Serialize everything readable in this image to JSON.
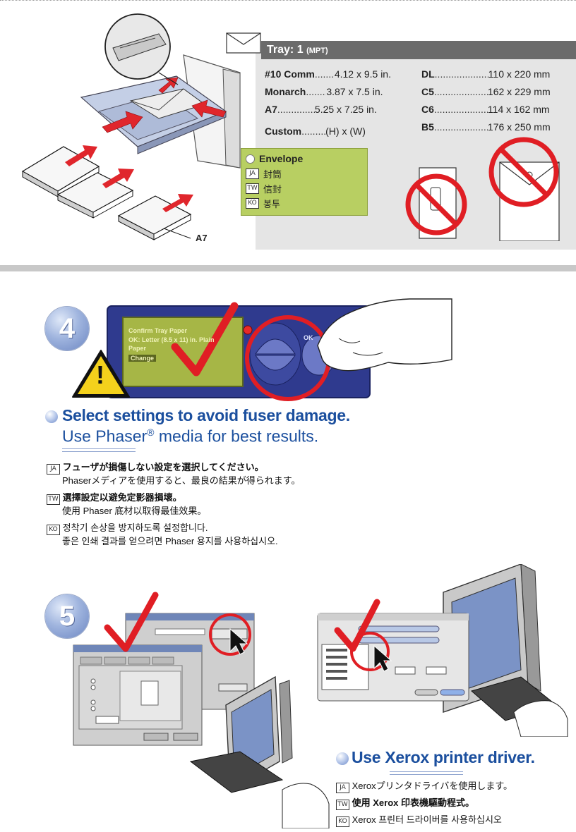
{
  "tray": {
    "title": "Tray:",
    "number": "1",
    "sub": "(MPT)",
    "left_sizes": [
      {
        "name": "#10 Comm",
        "size": "4.12 x 9.5 in."
      },
      {
        "name": "Monarch",
        "size": "3.87 x 7.5 in."
      },
      {
        "name": "A7",
        "size": "5.25 x 7.25 in."
      },
      {
        "name": "Custom",
        "size": "(H) x (W)"
      }
    ],
    "right_sizes": [
      {
        "name": "DL",
        "size": "110 x 220 mm"
      },
      {
        "name": "C5",
        "size": "162 x 229 mm"
      },
      {
        "name": "C6",
        "size": "114 x 162 mm"
      },
      {
        "name": "B5",
        "size": "176 x 250 mm"
      }
    ],
    "envelope": {
      "en": "Envelope",
      "ja_tag": "JA",
      "ja": "封筒",
      "tw_tag": "TW",
      "tw": "信封",
      "ko_tag": "KO",
      "ko": "봉투"
    },
    "a7_label": "A7"
  },
  "step4": {
    "number": "4",
    "warning_mark": "!",
    "lcd": {
      "line1": "Confirm Tray  Paper",
      "line2": "OK: Letter (8.5 x 11) in.  Plain",
      "line3": "Paper",
      "button": "Change"
    },
    "ok_label": "OK",
    "heading_bold": "Select settings to avoid fuser damage.",
    "heading_light_pre": "Use Phaser",
    "heading_light_sup": "®",
    "heading_light_post": " media for best results.",
    "translations": [
      {
        "tag": "JA",
        "line1": "フューザが損傷しない設定を選択してください。",
        "line2": "Phaserメディアを使用すると、最良の結果が得られます。"
      },
      {
        "tag": "TW",
        "line1": "選擇設定以避免定影器損壞。",
        "line2": "使用 Phaser 底材以取得最佳效果。"
      },
      {
        "tag": "KO",
        "line1": "정착기 손상을 방지하도록 설정합니다.",
        "line2": "좋은 인쇄 결과를 얻으려면 Phaser 용지를 사용하십시오."
      }
    ]
  },
  "step5": {
    "number": "5",
    "heading_bold": "Use Xerox printer driver.",
    "translations": [
      {
        "tag": "JA",
        "line1": "Xeroxプリンタドライバを使用します。"
      },
      {
        "tag": "TW",
        "line1": "使用 Xerox 印表機驅動程式。"
      },
      {
        "tag": "KO",
        "line1": "Xerox 프린터 드라이버를 사용하십시오"
      }
    ]
  },
  "colors": {
    "accent_blue": "#1b4f9e",
    "envelope_green": "#b8cf62",
    "tray_header": "#6b6b6b",
    "check_red": "#e01e24",
    "panel_navy": "#2f3a8e",
    "lcd_green": "#a6b646"
  }
}
